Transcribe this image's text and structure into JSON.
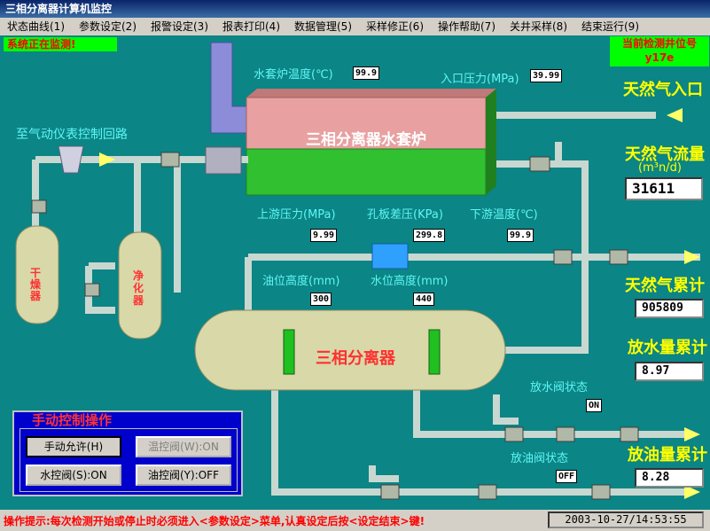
{
  "window": {
    "title": "三相分离器计算机监控"
  },
  "menu": [
    "状态曲线(1)",
    "参数设定(2)",
    "报警设定(3)",
    "报表打印(4)",
    "数据管理(5)",
    "采样修正(6)",
    "操作帮助(7)",
    "关井采样(8)",
    "结束运行(9)"
  ],
  "status": {
    "monitoring": "系统正在监测!"
  },
  "well": {
    "label": "当前检测井位号",
    "id": "y17e"
  },
  "labels": {
    "jacket_temp": "水套炉温度(℃)",
    "inlet_pressure": "入口压力(MPa)",
    "heater": "三相分离器水套炉",
    "gas_inlet": "天然气入口",
    "gas_flow": "天然气流量",
    "gas_flow_unit": "(m³n/d)",
    "pneumatic": "至气动仪表控制回路",
    "upstream_pressure": "上游压力(MPa)",
    "orifice_dp": "孔板差压(KPa)",
    "downstream_temp": "下游温度(℃)",
    "oil_level": "油位高度(mm)",
    "water_level": "水位高度(mm)",
    "gas_total": "天然气累计",
    "water_total": "放水量累计",
    "oil_total": "放油量累计",
    "separator": "三相分离器",
    "dryer": "干燥器",
    "purifier": "净化器",
    "water_valve_state": "放水阀状态",
    "oil_valve_state": "放油阀状态"
  },
  "values": {
    "jacket_temp": "99.9",
    "inlet_pressure": "39.99",
    "gas_flow": "31611",
    "upstream_pressure": "9.99",
    "orifice_dp": "299.8",
    "downstream_temp": "99.9",
    "oil_level": "300",
    "water_level": "440",
    "gas_total": "905809",
    "water_total": "8.97",
    "oil_total": "8.28",
    "water_valve_state": "ON",
    "oil_valve_state": "OFF"
  },
  "manual_panel": {
    "title": "手动控制操作",
    "manual_allow": "手动允许(H)",
    "temp_valve": "温控阀(W):ON",
    "water_valve": "水控阀(S):ON",
    "oil_valve": "油控阀(Y):OFF"
  },
  "footer": {
    "hint": "操作提示:每次检测开始或停止时必须进入<参数设定>菜单,认真设定后按<设定结束>键!",
    "datetime": "2003-10-27/14:53:55"
  },
  "colors": {
    "background": "#0b8585",
    "pipe": "#c8d8d0",
    "vessel": "#d8d8a8",
    "heater_top": "#e8a0a0",
    "heater_bottom": "#30c030",
    "label_cyan": "#5ff6f6",
    "label_yellow": "#ffff00"
  }
}
